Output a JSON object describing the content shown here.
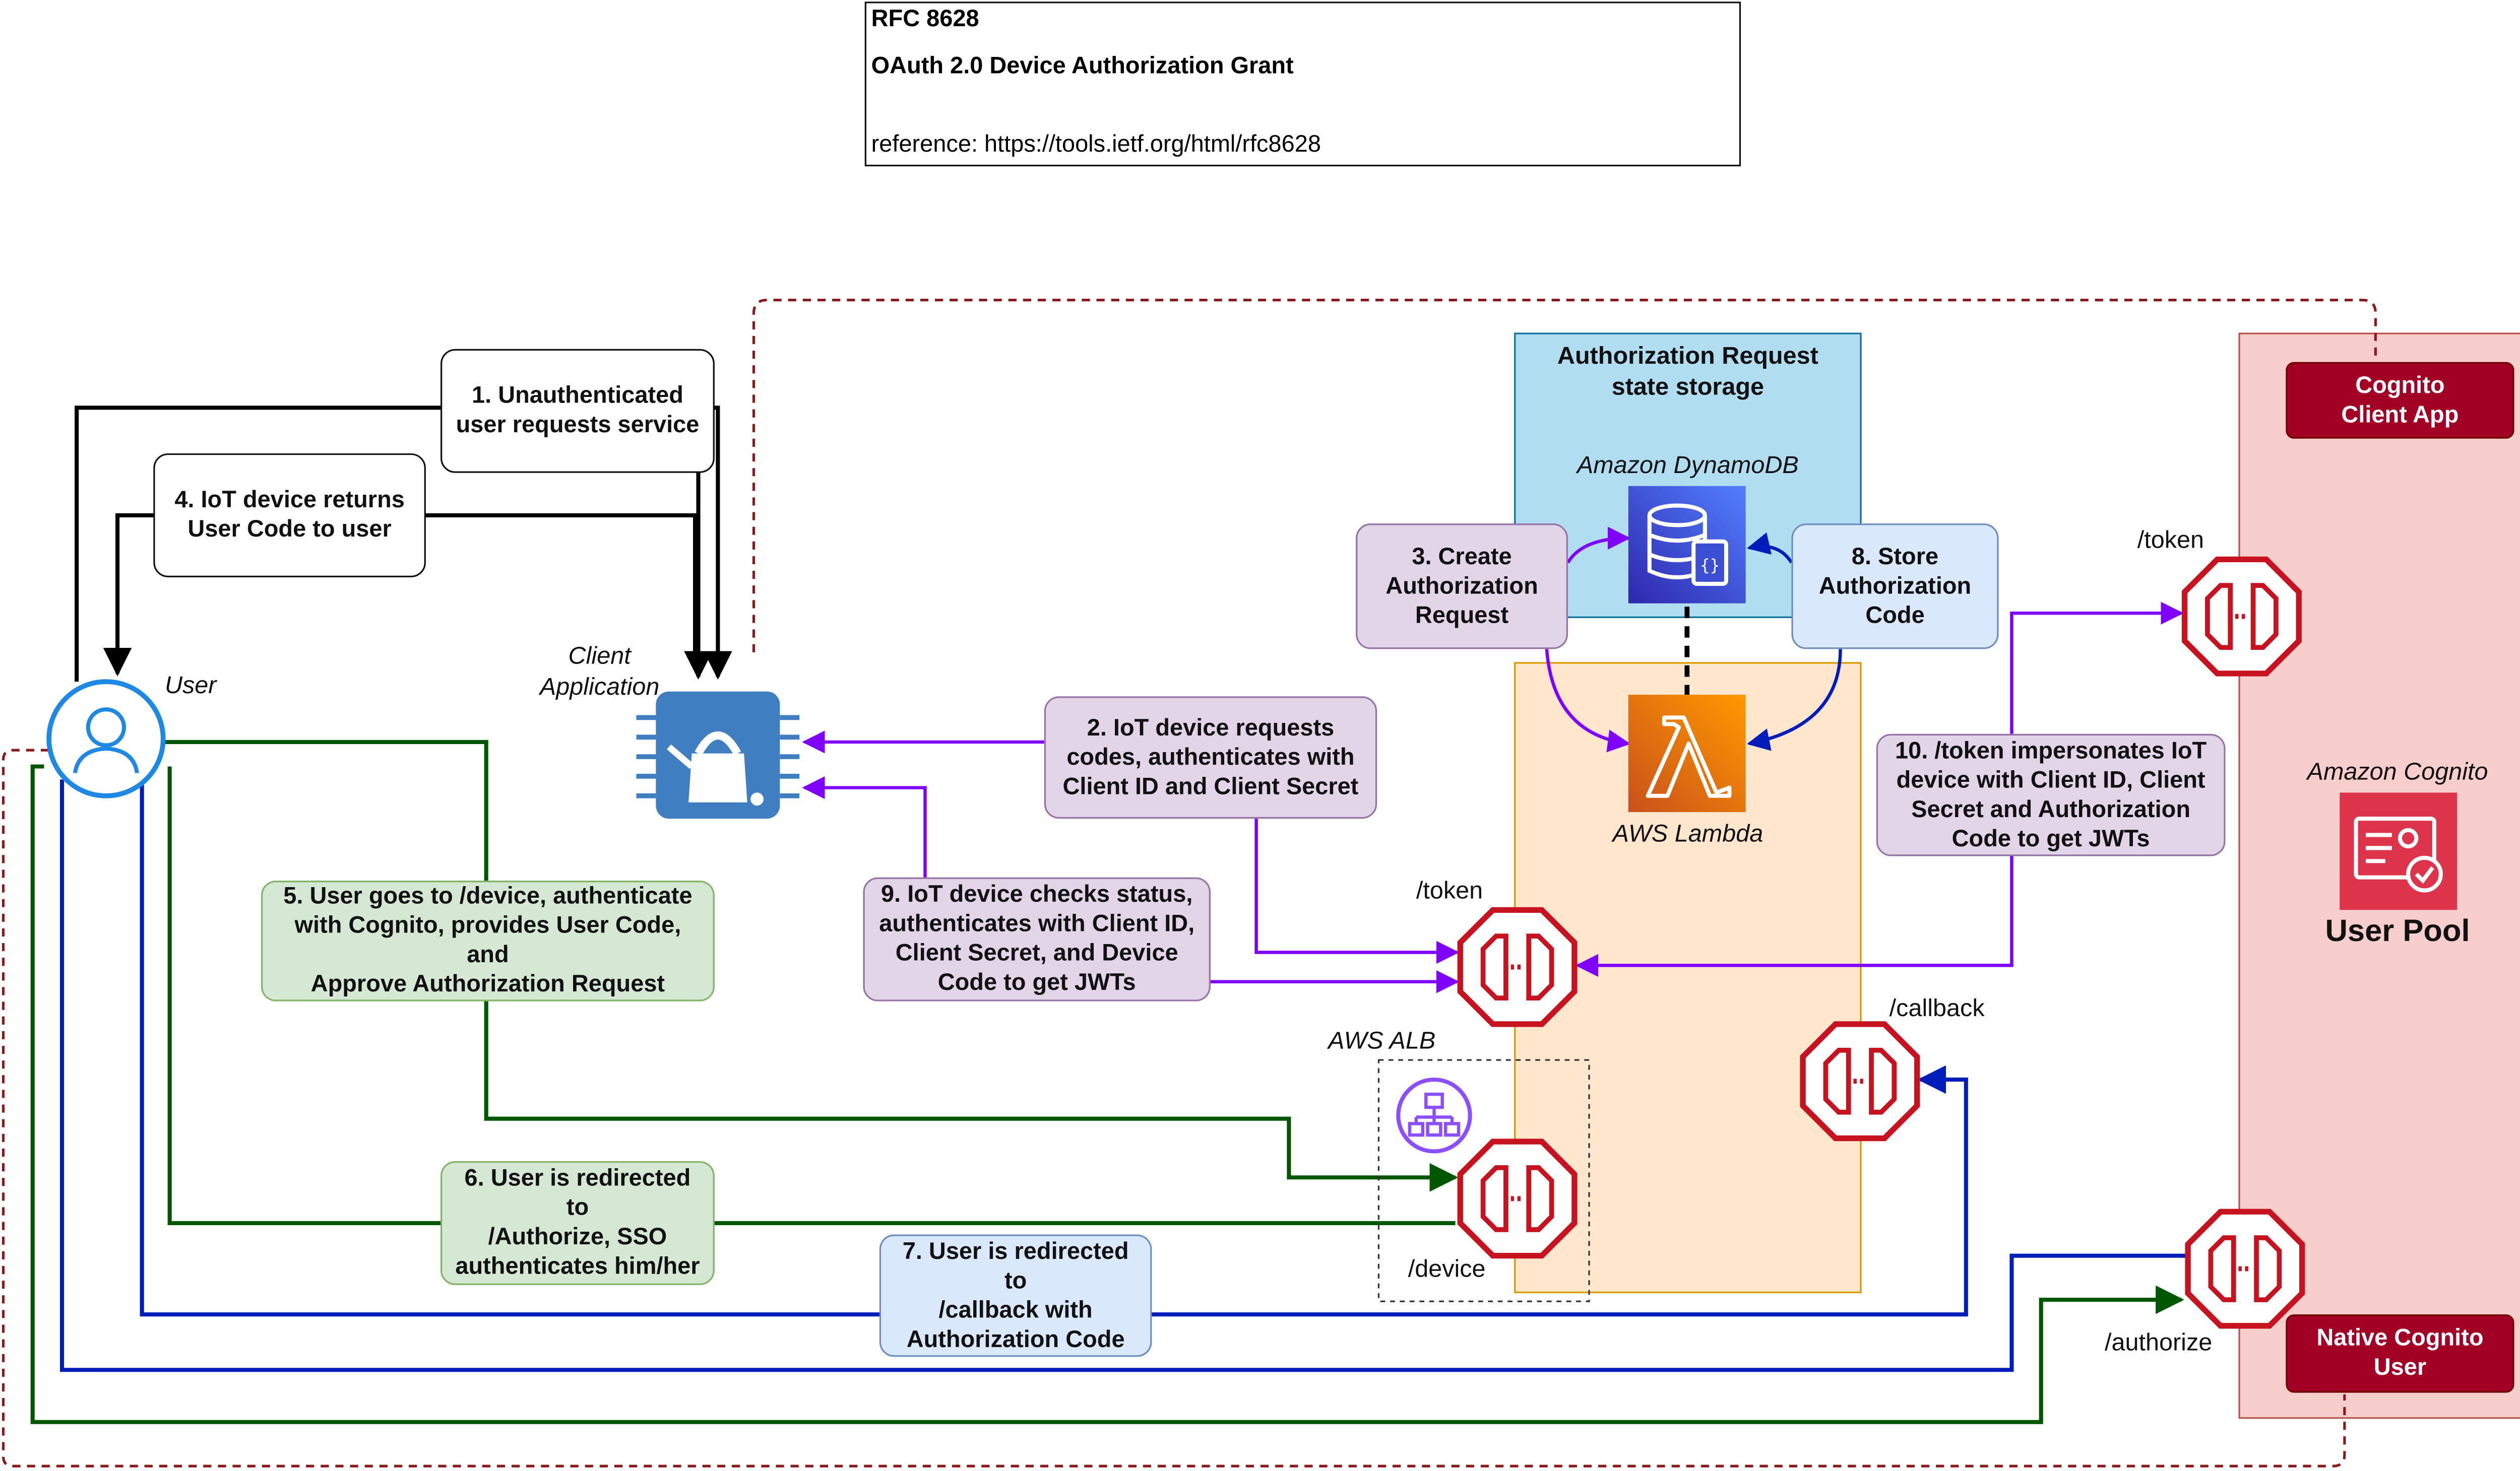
{
  "header": {
    "rfc": "RFC 8628",
    "title": "OAuth 2.0 Device Authorization Grant",
    "reference": "reference: https://tools.ietf.org/html/rfc8628"
  },
  "actors": {
    "user": "User",
    "client_app": "Client\nApplication"
  },
  "regions": {
    "storage_title": "Authorization Request\nstate storage",
    "cognito_title": "Amazon Cognito",
    "user_pool": "User Pool",
    "cognito_client_app": "Cognito\nClient App",
    "native_user": "Native Cognito\nUser"
  },
  "services": {
    "dynamodb": "Amazon DynamoDB",
    "lambda": "AWS Lambda",
    "alb": "AWS ALB"
  },
  "endpoints": {
    "token_cognito": "/token",
    "token_alb": "/token",
    "callback": "/callback",
    "device": "/device",
    "authorize": "/authorize"
  },
  "steps": {
    "s1": "1. Unauthenticated\nuser requests service",
    "s2": "2. IoT device requests\ncodes, authenticates with\nClient ID and Client Secret",
    "s3": "3. Create\nAuthorization\nRequest",
    "s4": "4. IoT device returns\nUser Code to user",
    "s5": "5. User goes to /device, authenticate\nwith Cognito, provides User Code, and\nApprove Authorization Request",
    "s6": "6. User is redirected to\n/Authorize, SSO\nauthenticates him/her",
    "s7": "7. User is redirected to\n/callback with\nAuthorization Code",
    "s8": "8. Store\nAuthorization\nCode",
    "s9": "9. IoT device checks status,\nauthenticates with Client ID,\nClient Secret, and Device\nCode to get JWTs",
    "s10": "10. /token impersonates IoT\ndevice with Client ID, Client\nSecret and Authorization\nCode to get JWTs"
  },
  "colors": {
    "black_flow": "#000000",
    "purple_flow": "#7f00ff",
    "green_flow": "#005700",
    "blue_flow": "#001dbc",
    "boundary_dashed": "#8b1a1a",
    "endpoint_red": "#c7131f"
  }
}
